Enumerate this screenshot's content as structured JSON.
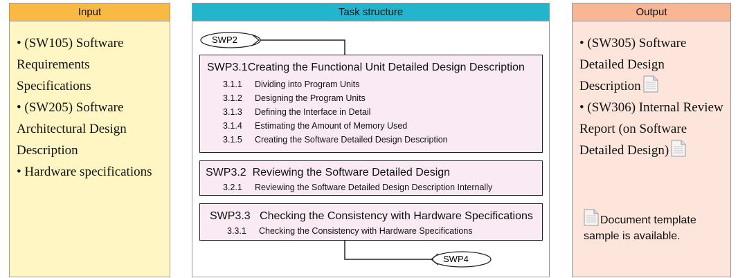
{
  "input": {
    "header": "Input",
    "items": [
      "• (SW105) Software Requirements Specifications",
      "• (SW205) Software Architectural Design Description",
      "• Hardware specifications"
    ]
  },
  "task": {
    "header": "Task structure",
    "start_connector": "SWP2",
    "end_connector": "SWP4",
    "groups": [
      {
        "id": "SWP3.1",
        "title": "Creating the Functional Unit Detailed Design Description",
        "subtasks": [
          {
            "num": "3.1.1",
            "label": "Dividing into Program Units"
          },
          {
            "num": "3.1.2",
            "label": "Designing the Program Units"
          },
          {
            "num": "3.1.3",
            "label": "Defining the Interface in Detail"
          },
          {
            "num": "3.1.4",
            "label": "Estimating the Amount of Memory Used"
          },
          {
            "num": "3.1.5",
            "label": "Creating the Software Detailed Design Description"
          }
        ]
      },
      {
        "id": "SWP3.2",
        "title": "Reviewing the Software Detailed Design",
        "subtasks": [
          {
            "num": "3.2.1",
            "label": "Reviewing the Software Detailed Design Description Internally"
          }
        ]
      },
      {
        "id": "SWP3.3",
        "title": "Checking the Consistency with Hardware Specifications",
        "subtasks": [
          {
            "num": "3.3.1",
            "label": "Checking the Consistency with Hardware Specifications"
          }
        ]
      }
    ]
  },
  "output": {
    "header": "Output",
    "item1": "• (SW305) Software Detailed Design Description",
    "item2": "• (SW306) Internal Review Report (on Software Detailed Design)",
    "note": "Document template sample is available.",
    "icon": "document-icon"
  },
  "colors": {
    "input_header": "#f9ba43",
    "input_body": "#fff6c4",
    "task_header": "#23b5cd",
    "task_box": "#faeaf3",
    "output_header": "#f8b694",
    "output_body": "#fde5dc"
  }
}
